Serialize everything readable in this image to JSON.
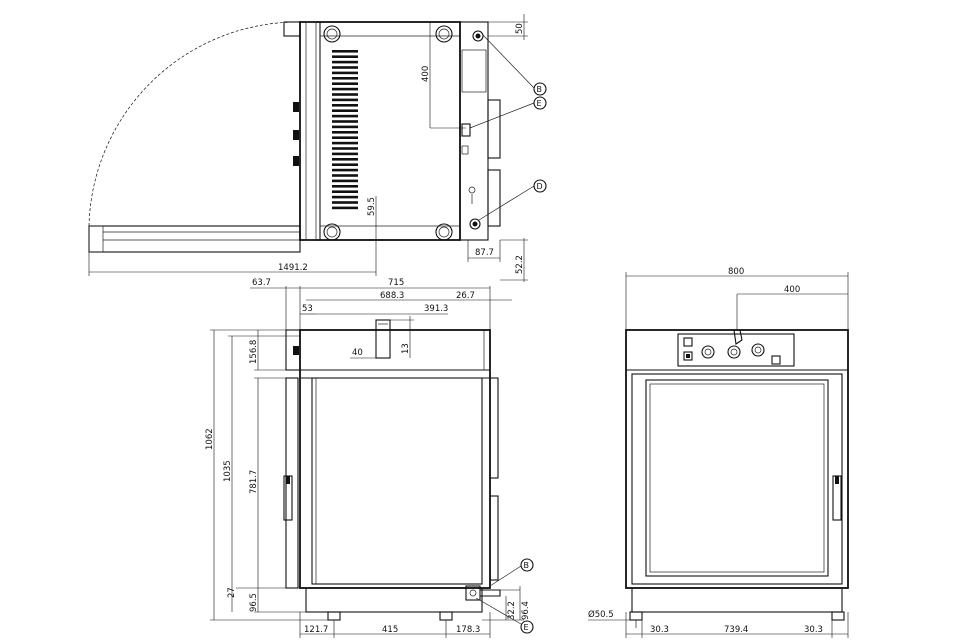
{
  "top_view": {
    "dims": {
      "total_depth": "1491.2",
      "rear_clearance": "50",
      "pipe_offset": "400",
      "foot_offset": "59.5",
      "side_offset": "87.7",
      "front_extra": "52.2"
    },
    "markers": {
      "b": "B",
      "e": "E",
      "d": "D"
    }
  },
  "side_view": {
    "dims": {
      "panel_offset": "63.7",
      "depth": "715",
      "inner_depth": "688.3",
      "rear_gap": "26.7",
      "vent_left": "53",
      "vent_pos": "391.3",
      "vent_w": "40",
      "vent_h": "13",
      "total_height": "1062",
      "body_height": "1035",
      "top_panel": "156.8",
      "door_height": "781.7",
      "bottom_gap": "27",
      "base_height": "96.5",
      "drain_h1": "32.2",
      "drain_h2": "96.4",
      "foot_front": "121.7",
      "foot_span": "415",
      "foot_rear": "178.3"
    },
    "markers": {
      "b": "B",
      "e": "E"
    }
  },
  "front_view": {
    "dims": {
      "width": "800",
      "probe_offset": "400",
      "foot_diameter": "Ø50.5",
      "foot_left": "30.3",
      "foot_span": "739.4",
      "foot_right": "30.3"
    }
  }
}
